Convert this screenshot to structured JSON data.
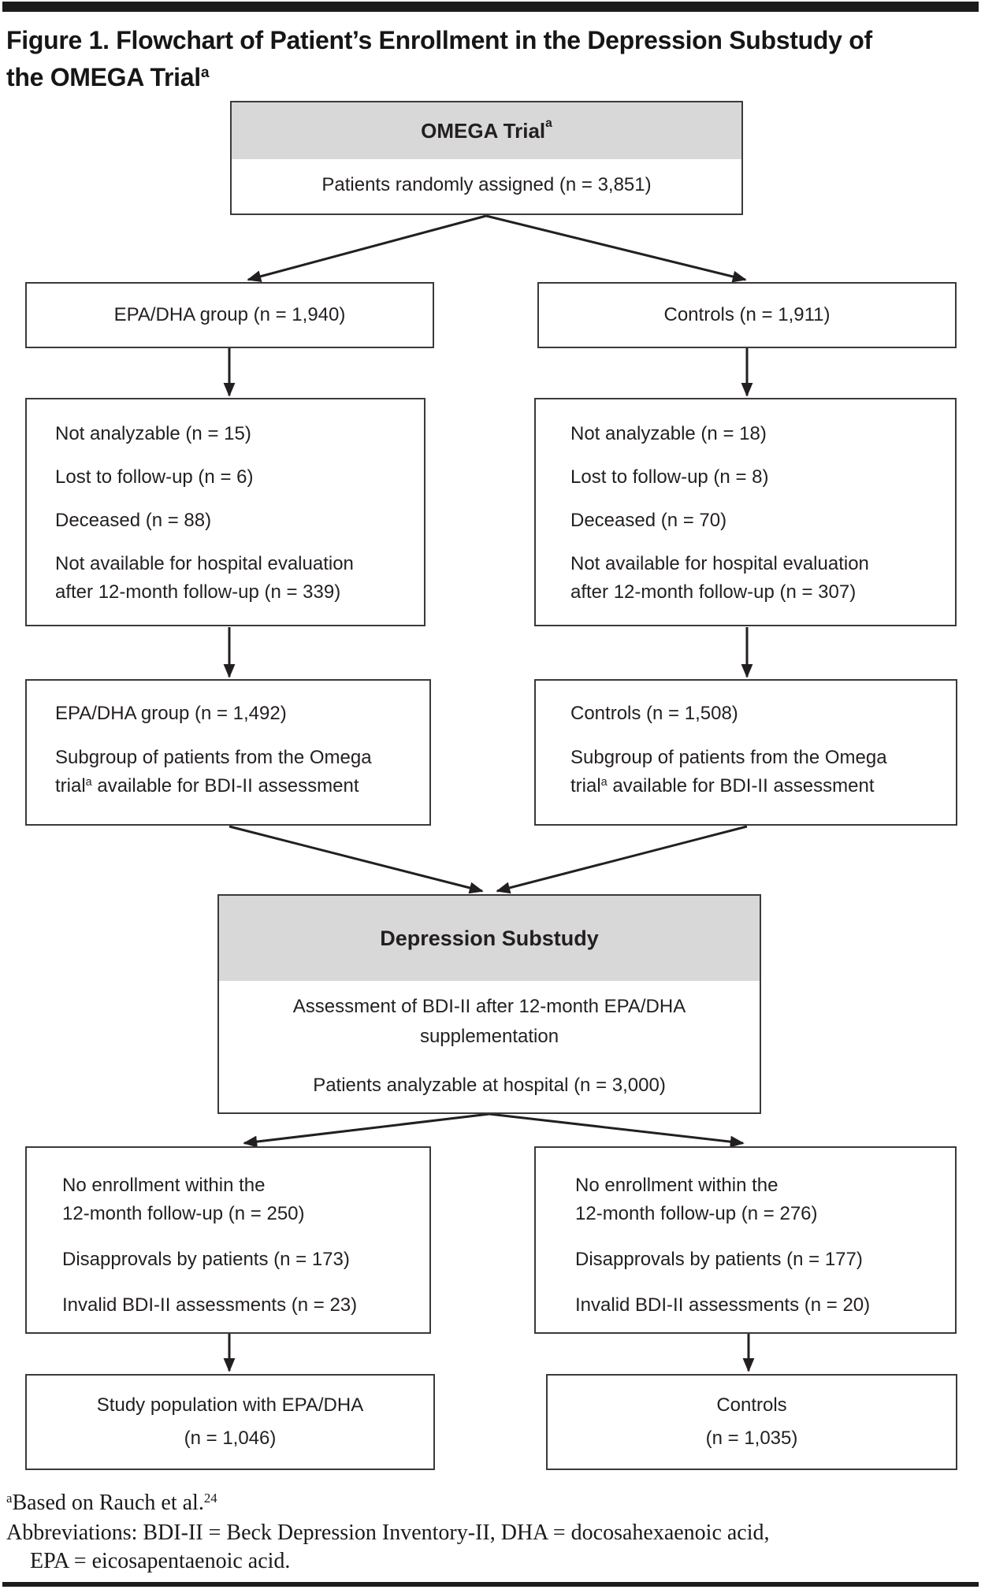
{
  "colors": {
    "header_fill": "#d8d8d8",
    "border": "#3a3a3a",
    "text": "#231f20",
    "rule": "#1c1c1c"
  },
  "title": {
    "line1": "Figure 1. Flowchart of Patient’s Enrollment in the Depression Substudy of",
    "line2": "the OMEGA Trial",
    "sup": "a"
  },
  "nodes": {
    "omega_trial": {
      "header": "OMEGA Trial",
      "header_sup": "a",
      "body": "Patients randomly assigned (n = 3,851)"
    },
    "epa_group": {
      "label": "EPA/DHA group (n = 1,940)"
    },
    "controls_group": {
      "label": "Controls (n = 1,911)"
    },
    "epa_exclusions": {
      "lines": [
        "Not analyzable (n = 15)",
        "Lost to follow-up (n = 6)",
        "Deceased (n = 88)",
        "Not available for hospital evaluation",
        "after 12-month follow-up (n = 339)"
      ]
    },
    "controls_exclusions": {
      "lines": [
        "Not analyzable (n = 18)",
        "Lost to follow-up (n = 8)",
        "Deceased (n = 70)",
        "Not available for hospital evaluation",
        "after 12-month follow-up (n = 307)"
      ]
    },
    "epa_subgroup": {
      "line1": "EPA/DHA group (n = 1,492)",
      "line2a": "Subgroup of patients from the Omega",
      "line2b_pre": "trial",
      "line2b_sup": "a",
      "line2b_post": " available for BDI-II assessment"
    },
    "controls_subgroup": {
      "line1": "Controls (n = 1,508)",
      "line2a": "Subgroup of patients from the Omega",
      "line2b_pre": "trial",
      "line2b_sup": "a",
      "line2b_post": " available for BDI-II assessment"
    },
    "depression_substudy": {
      "header": "Depression Substudy",
      "body1a": "Assessment of BDI-II after 12-month EPA/DHA",
      "body1b": "supplementation",
      "body2": "Patients analyzable at hospital (n = 3,000)"
    },
    "epa_nonenrollment": {
      "lines": [
        "No enrollment within the",
        "12-month follow-up (n = 250)",
        "Disapprovals by patients (n = 173)",
        "Invalid BDI-II assessments (n = 23)"
      ]
    },
    "controls_nonenrollment": {
      "lines": [
        "No enrollment within the",
        "12-month follow-up (n = 276)",
        "Disapprovals by patients (n = 177)",
        "Invalid BDI-II assessments (n = 20)"
      ]
    },
    "epa_final": {
      "line1": "Study population with EPA/DHA",
      "line2": "(n = 1,046)"
    },
    "controls_final": {
      "line1": "Controls",
      "line2": "(n = 1,035)"
    }
  },
  "footnotes": {
    "fn1_sup": "a",
    "fn1_text": "Based on Rauch et al.",
    "fn1_ref": "24",
    "fn2": "Abbreviations: BDI-II = Beck Depression Inventory-II, DHA = docosahexaenoic acid,",
    "fn3": "EPA = eicosapentaenoic acid."
  }
}
